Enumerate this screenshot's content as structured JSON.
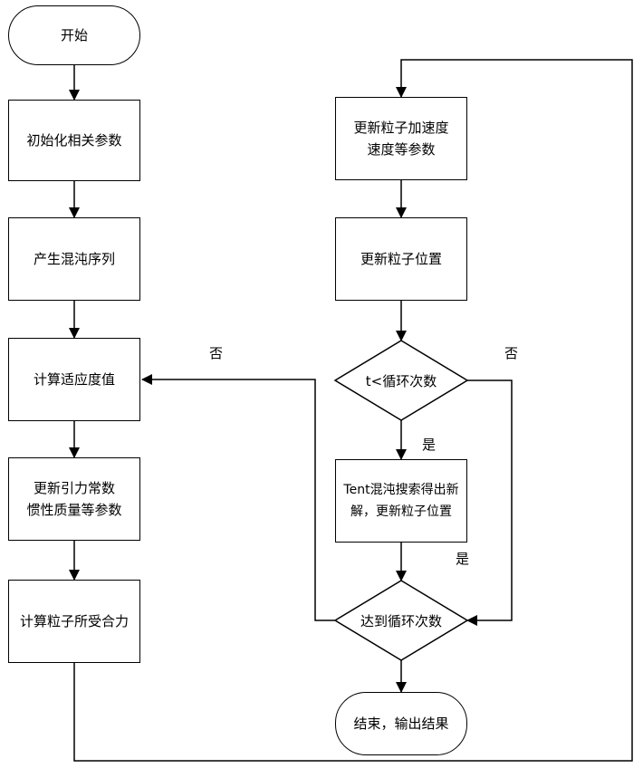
{
  "nodes": {
    "start": "开始",
    "init": "初始化相关参数",
    "chaos": "产生混沌序列",
    "fitness": "计算适应度值",
    "update_const_line1": "更新引力常数",
    "update_const_line2": "惯性质量等参数",
    "force": "计算粒子所受合力",
    "update_accel_line1": "更新粒子加速度",
    "update_accel_line2": "速度等参数",
    "update_pos": "更新粒子位置",
    "cond_loop": "t<循环次数",
    "tent_line1": "Tent混沌搜索得出新",
    "tent_line2": "解，更新粒子位置",
    "reach_loop": "达到循环次数",
    "end": "结束，输出结果"
  },
  "edge_labels": {
    "no_left": "否",
    "no_right": "否",
    "yes_cond": "是",
    "yes_tent": "是"
  }
}
